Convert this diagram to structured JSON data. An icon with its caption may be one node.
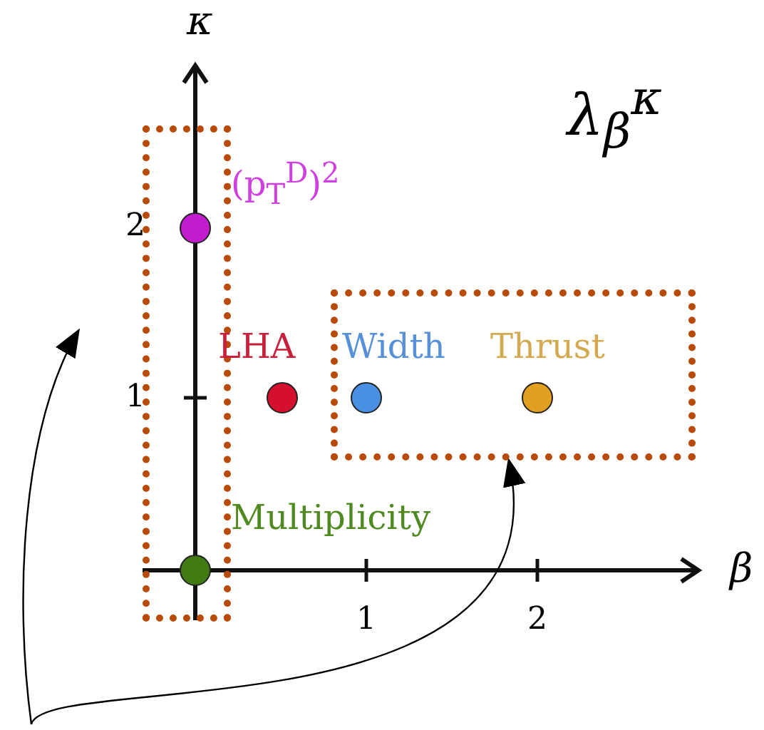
{
  "diagram": {
    "title": "λ$_{β}$$^{κ}$",
    "nodes": [
      {
        "text": [],
        "shape": "box"
      },
      {
        "text": [
          "(p$_{T}$$^{D}$)$^{2}$"
        ],
        "in": 0
      },
      {
        "text": [
          "LHA"
        ]
      },
      {
        "text": [],
        "shape": "box"
      },
      {
        "text": [
          "Width"
        ],
        "in": 3
      },
      {
        "text": [
          "Thrust"
        ],
        "in": 3
      },
      {
        "text": [
          "Multiplicity"
        ],
        "in": 0
      }
    ],
    "edges": [
      {
        "from": null,
        "to": 0,
        "arrow": "to"
      },
      {
        "from": null,
        "to": 3,
        "arrow": "to"
      }
    ],
    "labels": [
      "κ",
      "2",
      "1",
      "1",
      "2",
      "β"
    ]
  }
}
